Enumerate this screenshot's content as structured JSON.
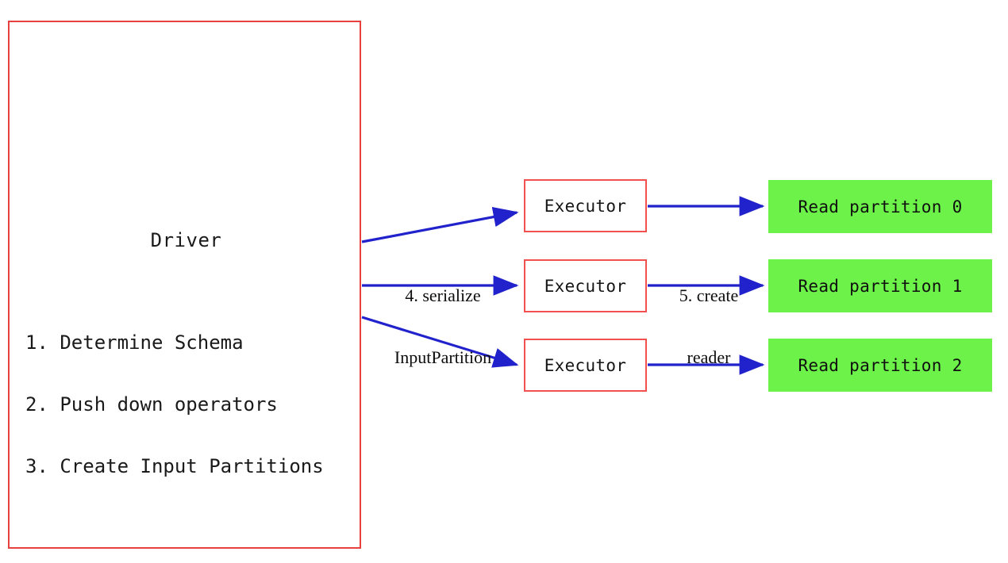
{
  "diagram": {
    "title": "Spark Data Source V2 read flow",
    "colors": {
      "box_border_red": "#f2514f",
      "partition_green": "#6df24a",
      "arrow_blue": "#2222cc",
      "text_black": "#141414",
      "background": "#ffffff"
    },
    "driver": {
      "title": "Driver",
      "steps": [
        "1. Determine Schema",
        "2. Push down operators",
        "3. Create Input Partitions"
      ]
    },
    "executors": [
      {
        "label": "Executor"
      },
      {
        "label": "Executor"
      },
      {
        "label": "Executor"
      }
    ],
    "partitions": [
      {
        "label": "Read partition 0"
      },
      {
        "label": "Read partition 1"
      },
      {
        "label": "Read partition 2"
      }
    ],
    "arrow_labels": {
      "serialize": {
        "line1": "4. serialize",
        "line2": "InputPartition"
      },
      "create_reader": {
        "line1": "5. create",
        "line2": "reader"
      }
    }
  }
}
